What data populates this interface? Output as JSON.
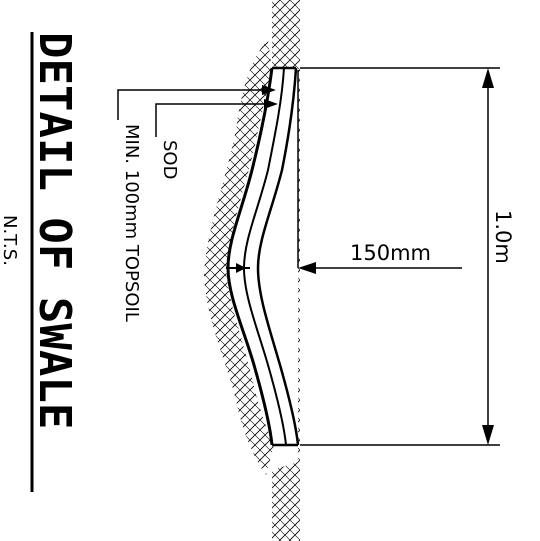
{
  "title": "DETAIL OF SWALE",
  "scale_note": "N.T.S.",
  "labels": {
    "sod": "SOD",
    "topsoil": "MIN. 100mm TOPSOIL"
  },
  "dimensions": {
    "depth": "150mm",
    "width": "1.0m"
  }
}
